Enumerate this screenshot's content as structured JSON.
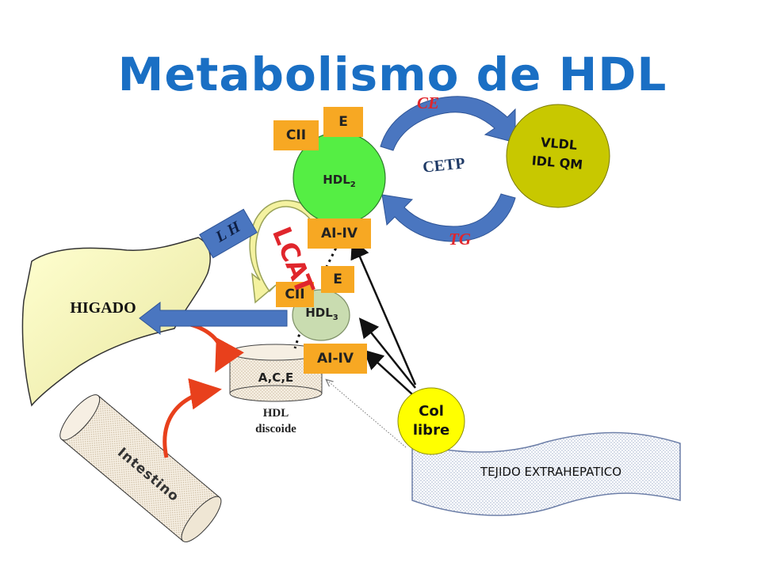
{
  "title": "Metabolismo de HDL",
  "diagram": {
    "hdl2": {
      "label": "HDL",
      "sub": "2",
      "cii": "CII",
      "e": "E",
      "aiiv": "AI-IV"
    },
    "hdl3": {
      "label": "HDL",
      "sub": "3",
      "cii": "CII",
      "e": "E",
      "aiiv": "AI-IV"
    },
    "vldl": {
      "line1": "VLDL",
      "line2": "IDL QM"
    },
    "cetp": "CETP",
    "ce": "CE",
    "tg": "TG",
    "lh": "L H",
    "lcat": "LCAT",
    "higado": "HIGADO",
    "discoide": {
      "label": "A,C,E",
      "caption1": "HDL",
      "caption2": "discoide"
    },
    "intestino": "Intestino",
    "col_libre": {
      "line1": "Col",
      "line2": "libre"
    },
    "tejido": "TEJIDO EXTRAHEPATICO"
  },
  "colors": {
    "title": "#1a6fc4",
    "apo_box": "#f7a823",
    "hdl2": "#55ee44",
    "hdl3": "#c9dcb0",
    "vldl": "#c8c800",
    "col_libre": "#ffff00",
    "arrow_red": "#e8401c",
    "arrow_blue": "#4a76c0",
    "text_red": "#e0262c"
  }
}
